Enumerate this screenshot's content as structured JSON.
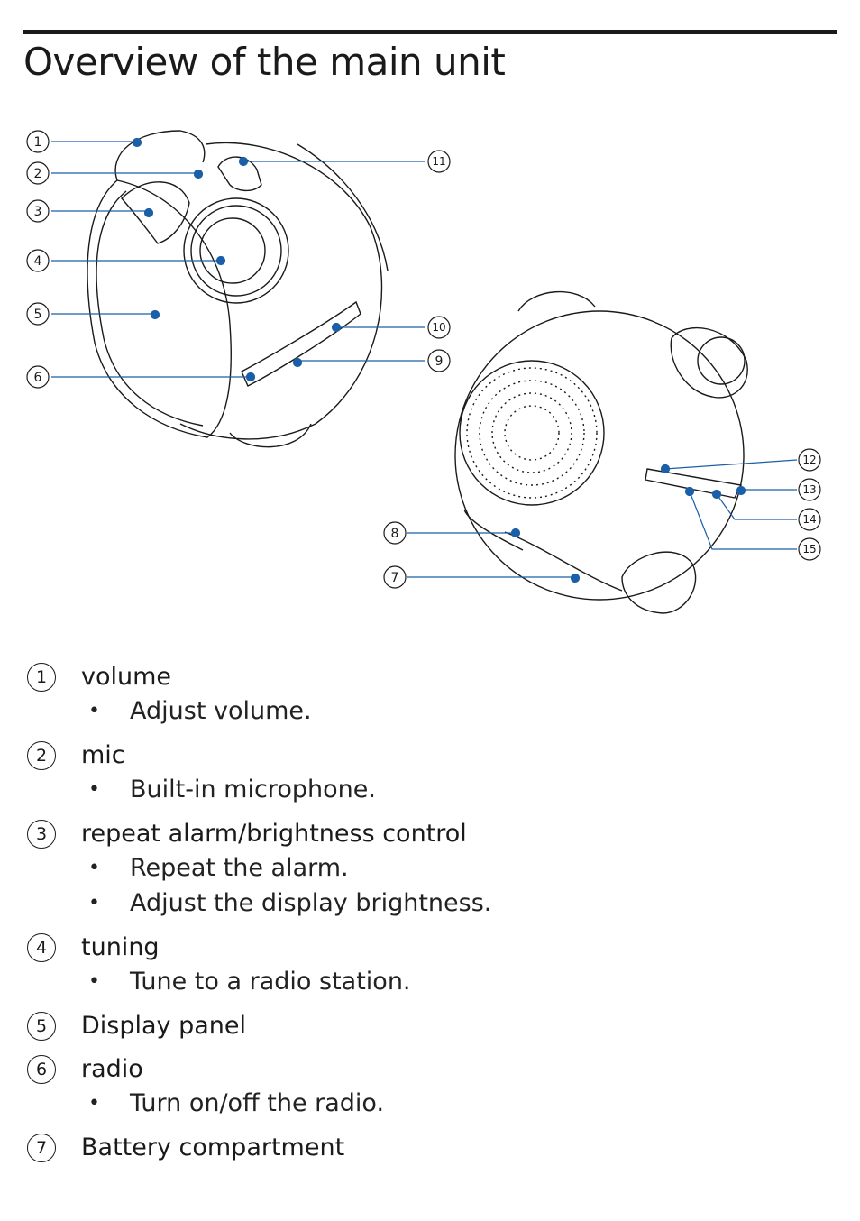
{
  "page": {
    "title": "Overview of the main unit"
  },
  "callouts": [
    "1",
    "2",
    "3",
    "4",
    "5",
    "6",
    "7",
    "8",
    "9",
    "10",
    "11",
    "12",
    "13",
    "14",
    "15"
  ],
  "items": [
    {
      "num": "1",
      "title": "volume",
      "bullets": [
        "Adjust volume."
      ]
    },
    {
      "num": "2",
      "title": "mic",
      "bullets": [
        "Built-in microphone."
      ]
    },
    {
      "num": "3",
      "title": "repeat alarm/brightness control",
      "bullets": [
        "Repeat the alarm.",
        "Adjust the display brightness."
      ]
    },
    {
      "num": "4",
      "title": "tuning",
      "bullets": [
        "Tune to a radio station."
      ]
    },
    {
      "num": "5",
      "title": "Display panel",
      "bullets": []
    },
    {
      "num": "6",
      "title": "radio",
      "bullets": [
        "Turn on/off the radio."
      ]
    },
    {
      "num": "7",
      "title": "Battery compartment",
      "bullets": []
    }
  ],
  "colors": {
    "leader": "#1a5fa8",
    "text": "#1a1a1a"
  }
}
